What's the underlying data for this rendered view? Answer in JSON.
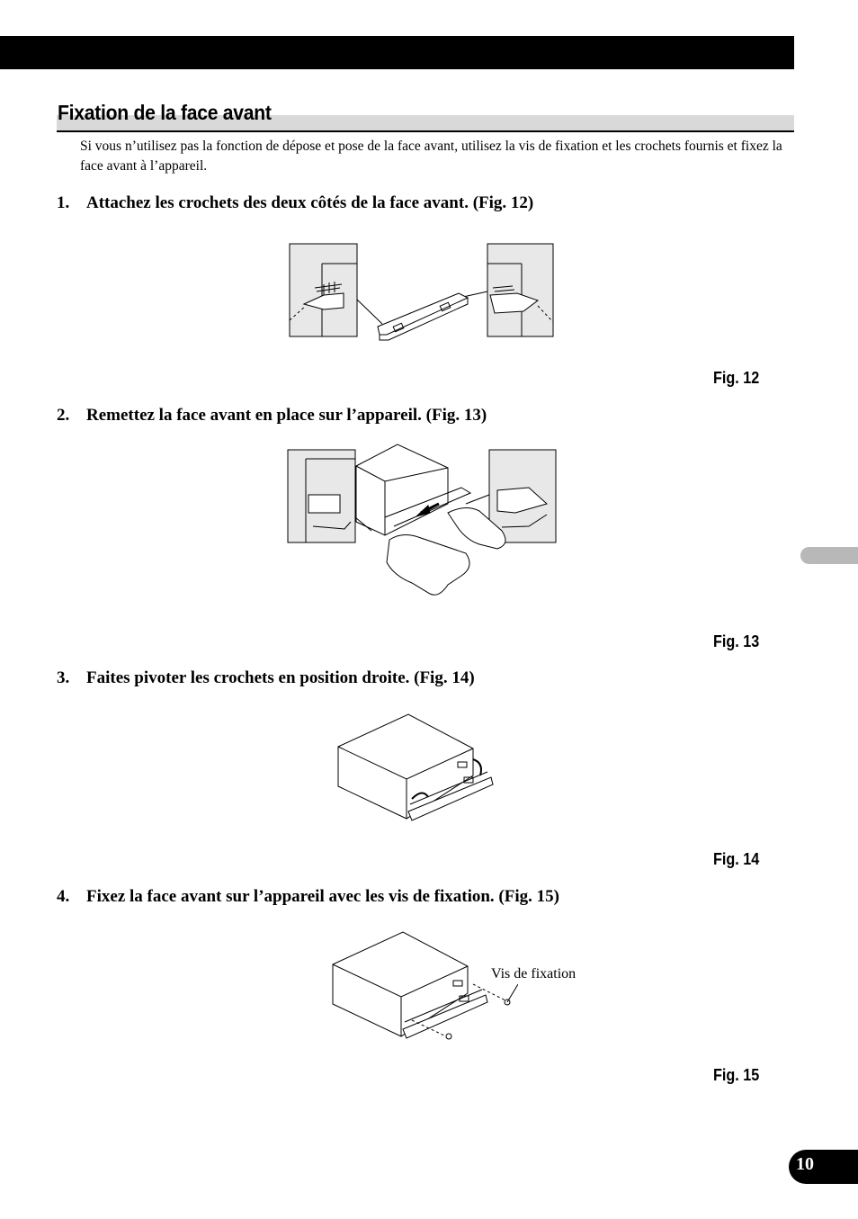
{
  "section": {
    "title": "Fixation de la face avant",
    "intro": "Si vous n’utilisez pas la fonction de dépose et pose de la face avant, utilisez la vis de fixation et les crochets fournis et fixez la face avant à l’appareil."
  },
  "steps": [
    {
      "number": "1.",
      "text": "Attachez les crochets des deux côtés de la face avant. (Fig. 12)",
      "figure": "Fig. 12"
    },
    {
      "number": "2.",
      "text": "Remettez la face avant en place sur l’appareil. (Fig. 13)",
      "figure": "Fig. 13"
    },
    {
      "number": "3.",
      "text": "Faites pivoter les crochets en position droite. (Fig. 14)",
      "figure": "Fig. 14"
    },
    {
      "number": "4.",
      "text": "Fixez la face avant sur l’appareil avec les vis de fixation. (Fig. 15)",
      "figure": "Fig. 15"
    }
  ],
  "fig15_callout": "Vis de fixation",
  "page_number": "10"
}
